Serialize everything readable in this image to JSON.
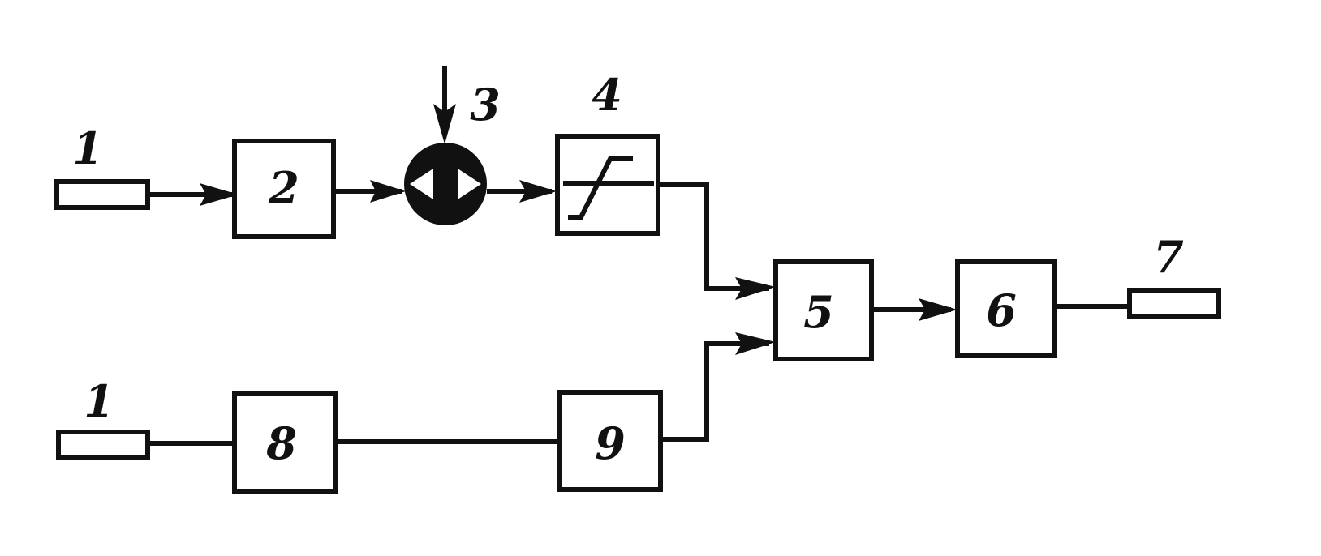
{
  "blocks": {
    "b2": "2",
    "b5": "5",
    "b6": "6",
    "b8": "8",
    "b9": "9"
  },
  "labels": {
    "l1a": "1",
    "l1b": "1",
    "l3": "3",
    "l4": "4",
    "l7": "7"
  }
}
